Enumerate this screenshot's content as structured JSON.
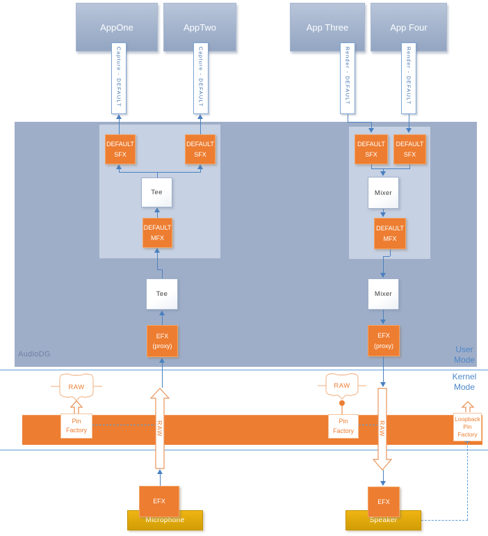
{
  "diagram": {
    "apps": [
      {
        "label": "AppOne",
        "pipe_label": "Capture - DEFAULT"
      },
      {
        "label": "AppTwo",
        "pipe_label": "Capture - DEFAULT"
      },
      {
        "label": "App Three",
        "pipe_label": "Render - DEFAULT"
      },
      {
        "label": "App Four",
        "pipe_label": "Render - DEFAULT"
      }
    ],
    "region": {
      "label": "AudioDG",
      "user_mode": "User Mode",
      "kernel_mode": "Kernel Mode"
    },
    "capture": {
      "sfx_a": "DEFAULT SFX",
      "sfx_b": "DEFAULT SFX",
      "tee_upper": "Tee",
      "mfx": "DEFAULT MFX",
      "tee_lower": "Tee",
      "efx_proxy": "EFX (proxy)",
      "raw_pin": "RAW",
      "pin_factory": "Pin Factory",
      "raw_stream": "RAW",
      "device_efx": "EFX",
      "device": "Microphone"
    },
    "render": {
      "sfx_a": "DEFAULT SFX",
      "sfx_b": "DEFAULT SFX",
      "mixer_upper": "Mixer",
      "mfx": "DEFAULT MFX",
      "mixer_lower": "Mixer",
      "efx_proxy": "EFX (proxy)",
      "raw_pin": "RAW",
      "pin_factory": "Pin Factory",
      "raw_stream": "RAW",
      "device_efx": "EFX",
      "device": "Speaker"
    },
    "loopback": {
      "label": "Loopback Pin Factory"
    },
    "colors": {
      "accent_orange": "#ED7D31",
      "accent_blue": "#4A80BF",
      "boundary_blue": "#5B9BD5",
      "region_fill": "#9FAEC8",
      "panel_fill": "#C6D1E3",
      "device_gold": "#DFA90C"
    }
  }
}
